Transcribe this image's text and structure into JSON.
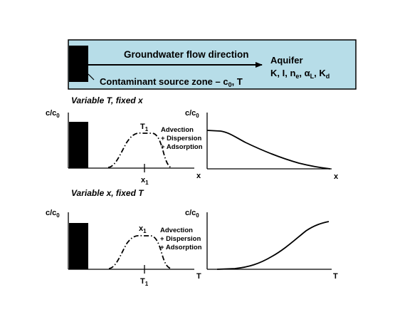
{
  "aquifer_box": {
    "flow_label": "Groundwater flow direction",
    "source_label": "Contaminant source zone – c",
    "source_sub": "0",
    "source_suffix": ", T",
    "aquifer_title": "Aquifer",
    "params": {
      "k": "K, I, n",
      "e_sub": "e",
      "sep1": ", ",
      "alpha": "α",
      "l_sub": "L",
      "sep2": ", K",
      "d_sub": "d"
    },
    "fill_color": "#b7dde8",
    "border_color": "#000000"
  },
  "sections": [
    {
      "title": "Variable  T, fixed x",
      "left_plot": {
        "ylabel_main": "c/c",
        "ylabel_sub": "0",
        "xlabel": "x",
        "peak_label_main": "T",
        "peak_label_sub": "1",
        "tick_label_main": "x",
        "tick_label_sub": "1",
        "process_lines": [
          "Advection",
          "+ Dispersion",
          "+ Adsorption"
        ]
      },
      "right_plot": {
        "ylabel_main": "c/c",
        "ylabel_sub": "0",
        "xlabel": "x"
      }
    },
    {
      "title": "Variable  x, fixed T",
      "left_plot": {
        "ylabel_main": "c/c",
        "ylabel_sub": "0",
        "xlabel": "T",
        "peak_label_main": "x",
        "peak_label_sub": "1",
        "tick_label_main": "T",
        "tick_label_sub": "1",
        "process_lines": [
          "Advection",
          "+ Dispersion",
          "+ Adsorption"
        ]
      },
      "right_plot": {
        "ylabel_main": "c/c",
        "ylabel_sub": "0",
        "xlabel": "T"
      }
    }
  ]
}
